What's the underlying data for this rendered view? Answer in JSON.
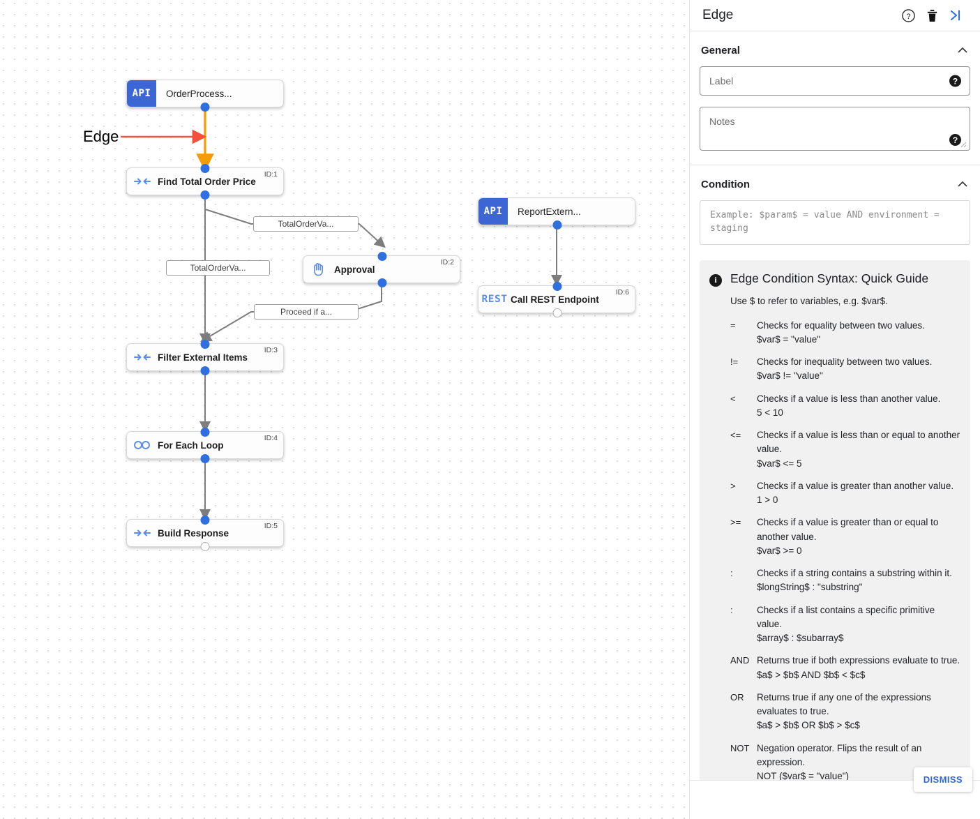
{
  "panel": {
    "title": "Edge",
    "icons": {
      "help": "help-circle-icon",
      "delete": "trash-icon",
      "collapse": "collapse-panel-icon"
    },
    "general": {
      "title": "General",
      "label_field": {
        "value": "",
        "placeholder": "Label",
        "help": "?"
      },
      "notes_field": {
        "value": "",
        "placeholder": "Notes",
        "help": "?"
      }
    },
    "condition": {
      "title": "Condition",
      "placeholder": "Example: $param$ = value AND environment = staging"
    },
    "guide": {
      "info_glyph": "i",
      "title": "Edge Condition Syntax: Quick Guide",
      "lead": "Use $ to refer to variables, e.g. $var$.",
      "operators": [
        {
          "symbol": "=",
          "desc": "Checks for equality between two values.",
          "example": "$var$ = \"value\""
        },
        {
          "symbol": "!=",
          "desc": "Checks for inequality between two values.",
          "example": "$var$ != \"value\""
        },
        {
          "symbol": "<",
          "desc": "Checks if a value is less than another value.",
          "example": "5 < 10"
        },
        {
          "symbol": "<=",
          "desc": "Checks if a value is less than or equal to another value.",
          "example": "$var$ <= 5"
        },
        {
          "symbol": ">",
          "desc": "Checks if a value is greater than another value.",
          "example": "1 > 0"
        },
        {
          "symbol": ">=",
          "desc": "Checks if a value is greater than or equal to another value.",
          "example": "$var$ >= 0"
        },
        {
          "symbol": ":",
          "desc": "Checks if a string contains a substring within it.",
          "example": "$longString$ : \"substring\""
        },
        {
          "symbol": ":",
          "desc": "Checks if a list contains a specific primitive value.",
          "example": "$array$ : $subarray$"
        },
        {
          "symbol": "AND",
          "desc": "Returns true if both expressions evaluate to true.",
          "example": "$a$ > $b$ AND $b$ < $c$"
        },
        {
          "symbol": "OR",
          "desc": "Returns true if any one of the expressions evaluates to true.",
          "example": "$a$ > $b$ OR $b$ > $c$"
        },
        {
          "symbol": "NOT",
          "desc": "Negation operator. Flips the result of an expression.",
          "example": "NOT ($var$ = \"value\")"
        }
      ]
    },
    "dismiss_label": "DISMISS"
  },
  "canvas": {
    "annotation": {
      "text": "Edge",
      "color": "#f4503c"
    },
    "selected_edge_color": "#f59b07",
    "nodes": [
      {
        "id": "n0",
        "badge": "API",
        "title": "OrderProcess...",
        "idtag": "",
        "icon": "api-badge"
      },
      {
        "id": "n1",
        "badge": "",
        "title": "Find Total Order Price",
        "idtag": "ID:1",
        "icon": "merge-arrows-icon"
      },
      {
        "id": "n2",
        "badge": "",
        "title": "Approval",
        "idtag": "ID:2",
        "icon": "hand-icon"
      },
      {
        "id": "n3",
        "badge": "",
        "title": "Filter External Items",
        "idtag": "ID:3",
        "icon": "merge-arrows-icon"
      },
      {
        "id": "n4",
        "badge": "",
        "title": "For Each Loop",
        "idtag": "ID:4",
        "icon": "infinity-icon"
      },
      {
        "id": "n5",
        "badge": "",
        "title": "Build Response",
        "idtag": "ID:5",
        "icon": "merge-arrows-icon"
      },
      {
        "id": "n6",
        "badge": "API",
        "title": "ReportExtern...",
        "idtag": "",
        "icon": "api-badge"
      },
      {
        "id": "n7",
        "badge": "REST",
        "title": "Call REST Endpoint",
        "idtag": "ID:6",
        "icon": "rest-badge"
      }
    ],
    "edge_labels": [
      {
        "text": "TotalOrderVa..."
      },
      {
        "text": "TotalOrderVa..."
      },
      {
        "text": "Proceed if a..."
      }
    ]
  }
}
